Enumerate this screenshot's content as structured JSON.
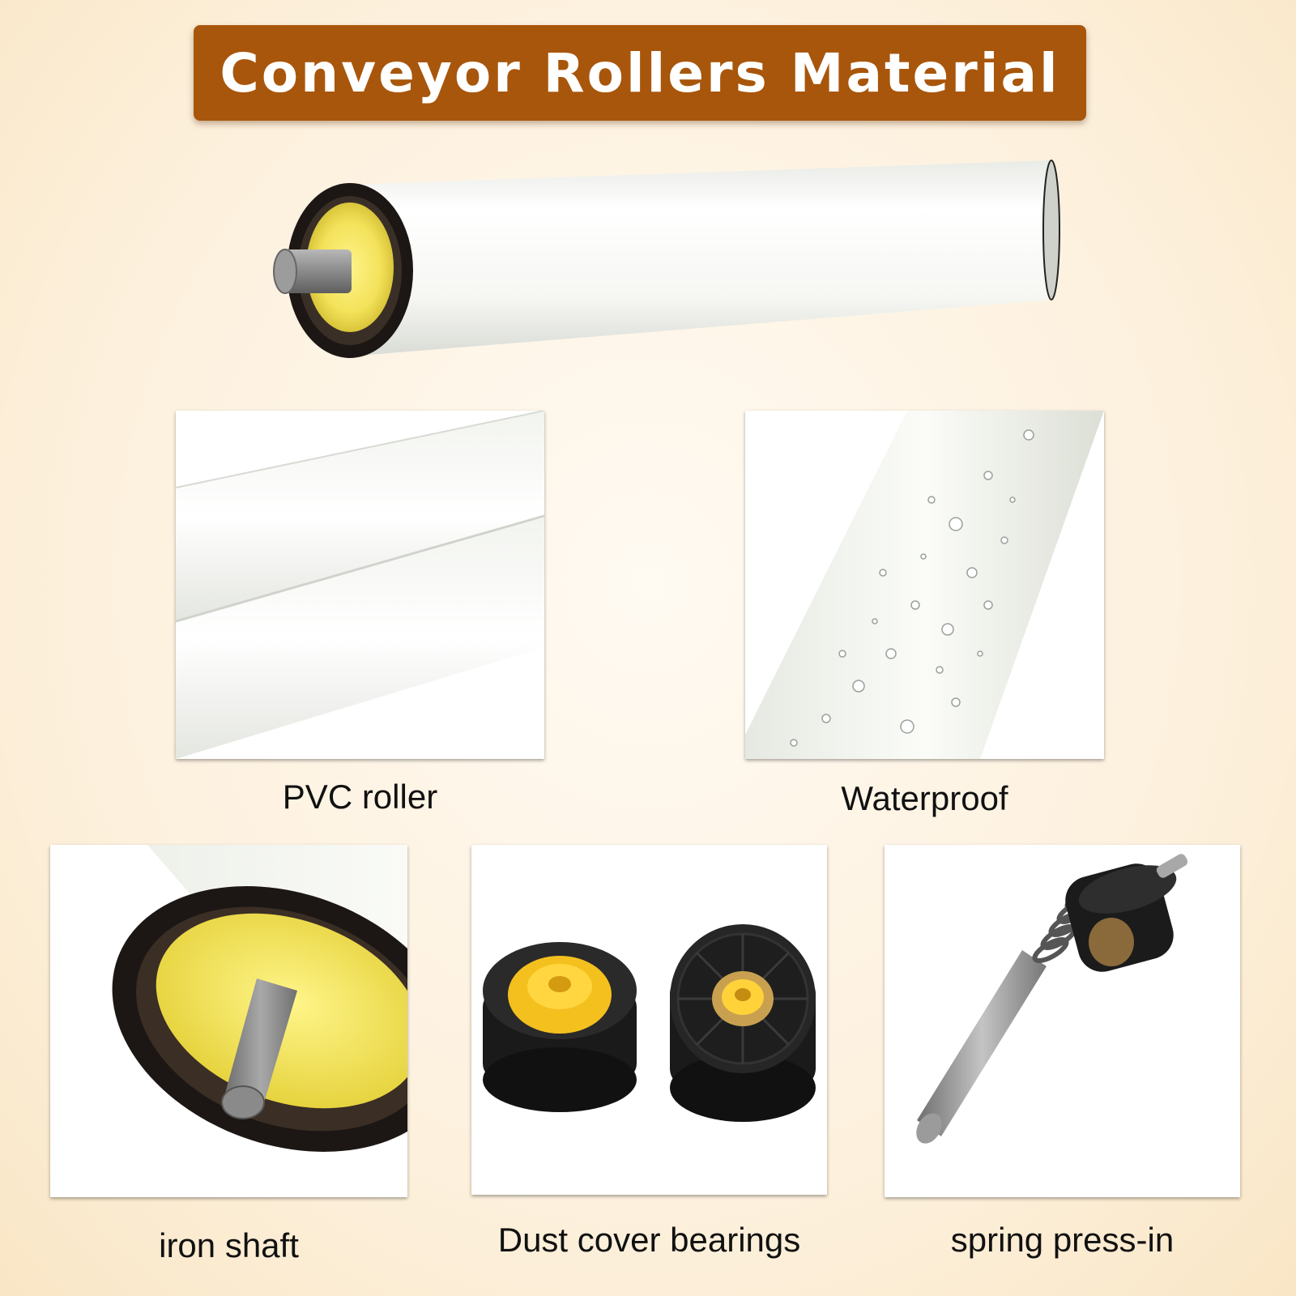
{
  "header": {
    "title": "Conveyor Rollers Material"
  },
  "features": [
    {
      "label": "PVC roller"
    },
    {
      "label": "Waterproof"
    },
    {
      "label": "iron shaft"
    },
    {
      "label": "Dust cover bearings"
    },
    {
      "label": "spring press-in"
    }
  ],
  "colors": {
    "banner": "#a8560c",
    "roller_white": "#f7f9f4",
    "end_cap_yellow": "#f3e56a",
    "seal_black": "#1c1714",
    "shaft_gray": "#8f8f8f"
  }
}
